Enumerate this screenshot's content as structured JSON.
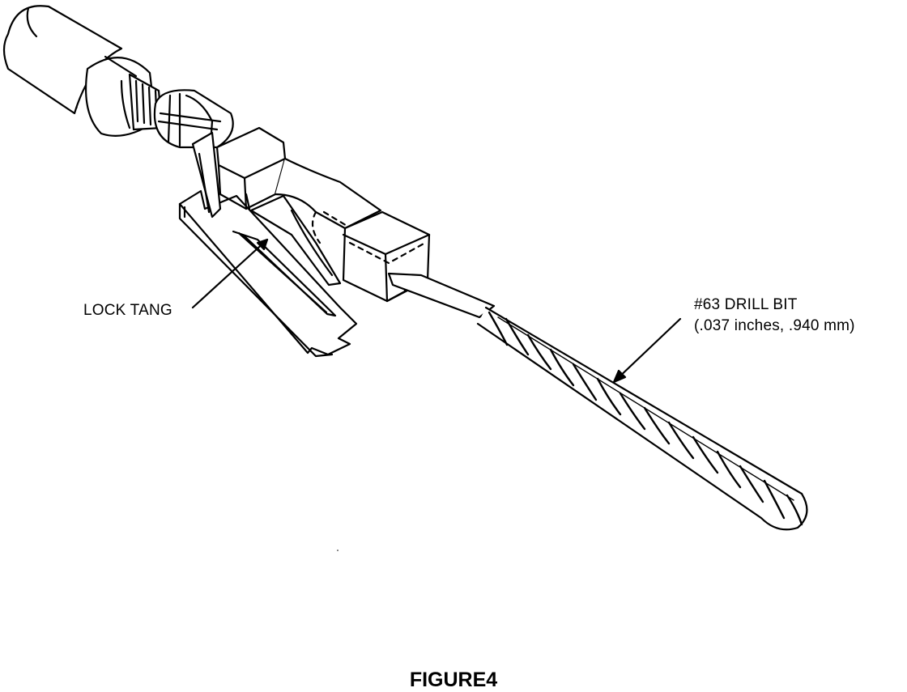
{
  "labels": {
    "lock_tang": "LOCK TANG",
    "drill_bit_name": "#63 DRILL BIT",
    "drill_bit_size": "(.037 inches, .940 mm)"
  },
  "caption": "FIGURE4"
}
